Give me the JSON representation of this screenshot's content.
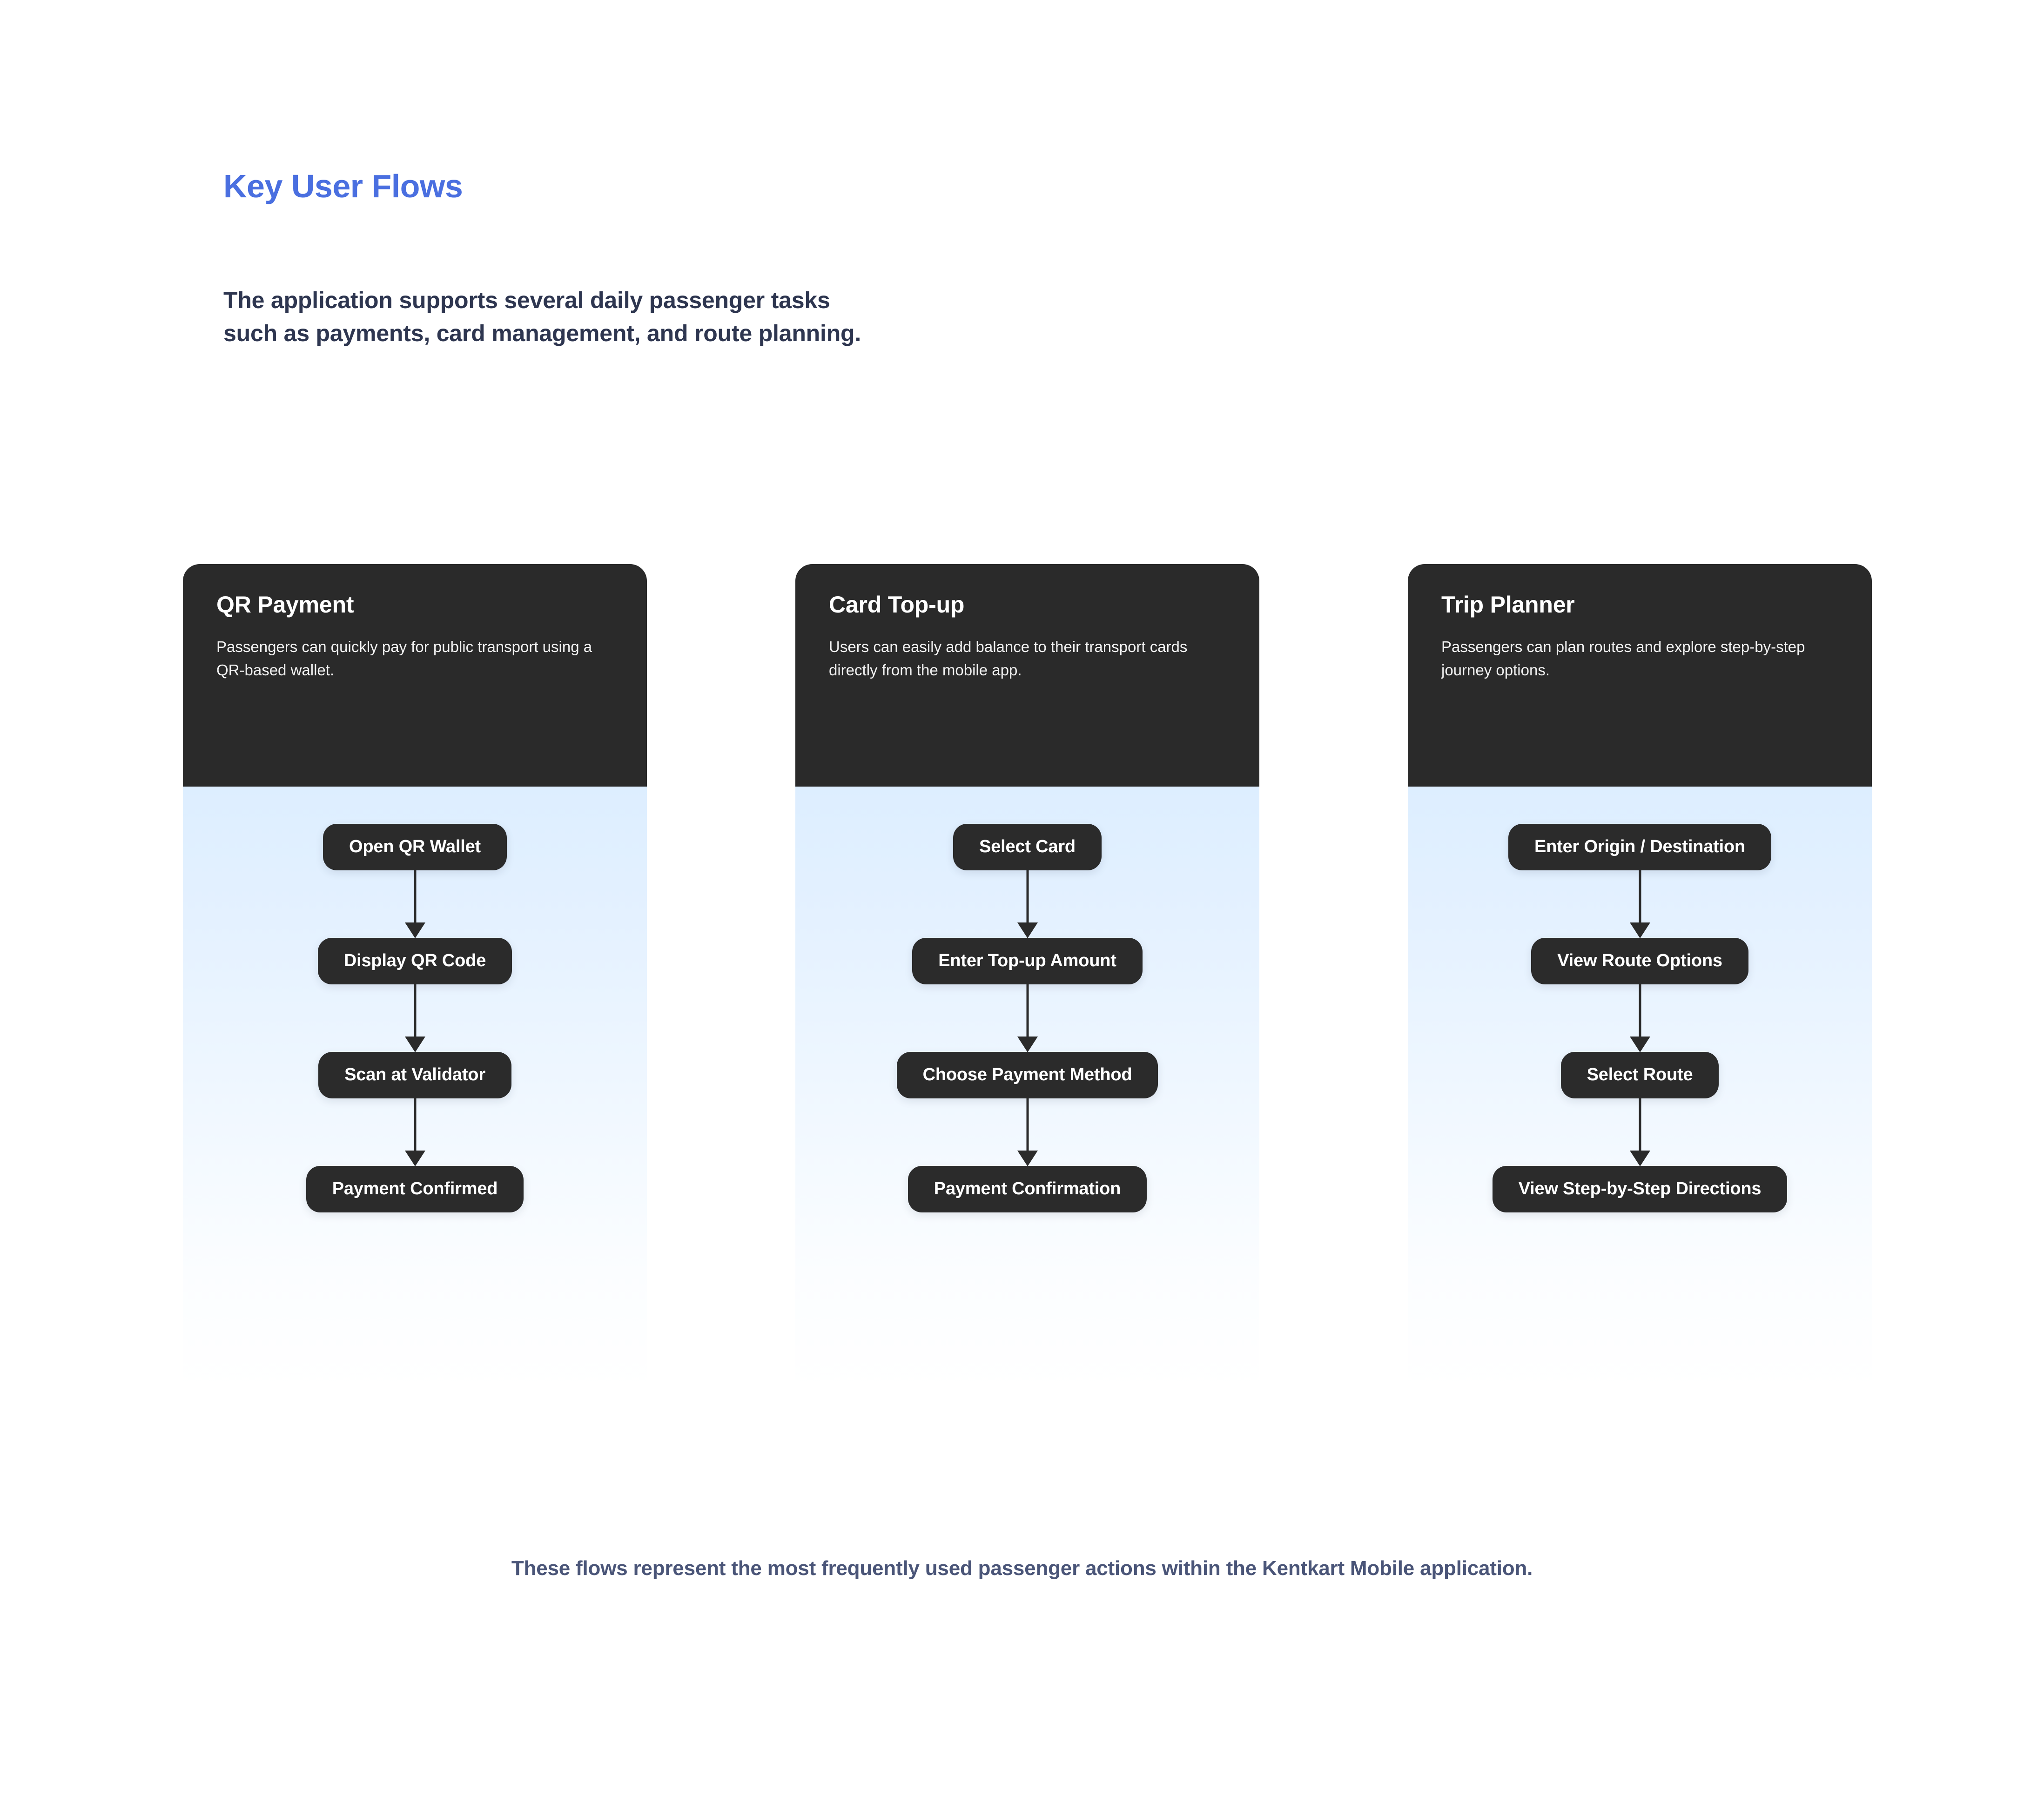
{
  "header": {
    "title": "Key User Flows",
    "subtitle_lines": [
      "The application supports several daily passenger tasks",
      "such as payments, card management, and route planning."
    ]
  },
  "colors": {
    "title_blue": "#4a6fe0",
    "body_navy": "#2e3650",
    "card_dark": "#2a2a2a",
    "pill_dark": "#2b2b2b",
    "card_body_top": "#ddeeff",
    "card_body_bottom": "#ffffff",
    "footer_slate": "#4a5578",
    "page_background": "#ffffff"
  },
  "cards": [
    {
      "title": "QR Payment",
      "description": "Passengers can quickly pay for public transport using a QR-based wallet.",
      "steps": [
        "Open QR Wallet",
        "Display QR Code",
        "Scan at Validator",
        "Payment Confirmed"
      ]
    },
    {
      "title": "Card Top-up",
      "description": "Users can easily add balance to their transport cards directly from the mobile app.",
      "steps": [
        "Select Card",
        "Enter Top-up Amount",
        "Choose Payment Method",
        "Payment Confirmation"
      ]
    },
    {
      "title": "Trip Planner",
      "description": "Passengers can plan routes and explore step-by-step journey options.",
      "steps": [
        "Enter Origin / Destination",
        "View Route Options",
        "Select Route",
        "View Step-by-Step Directions"
      ]
    }
  ],
  "footer": {
    "note": "These flows represent the most frequently used passenger actions within the Kentkart Mobile application."
  }
}
